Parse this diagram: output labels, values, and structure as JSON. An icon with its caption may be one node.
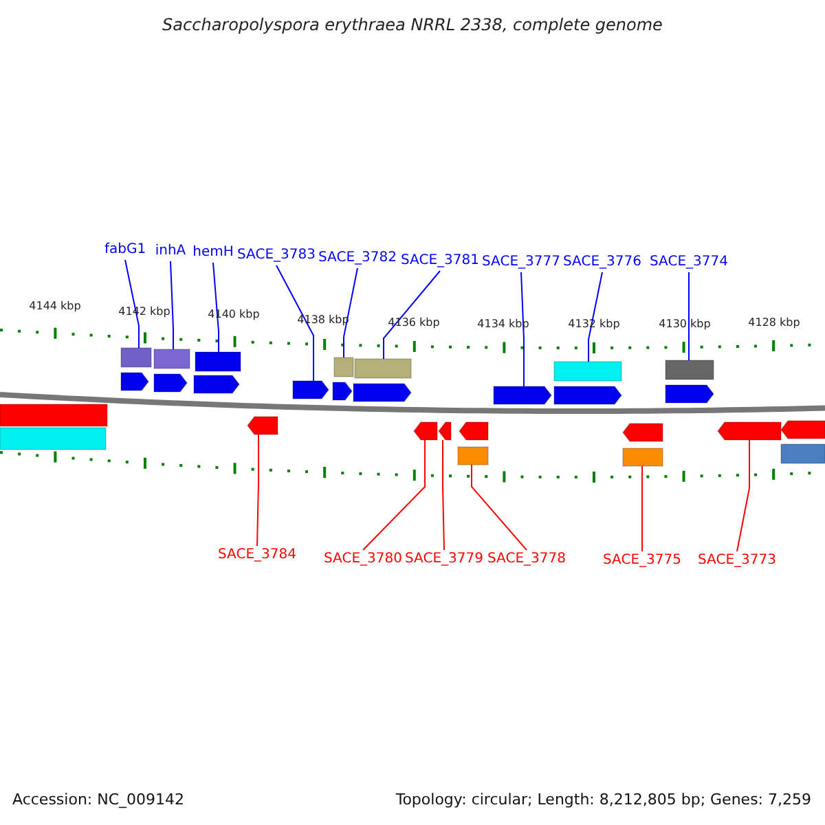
{
  "diagram": {
    "title": "Saccharopolyspora erythraea NRRL 2338, complete genome",
    "nodes": [
      {
        "text": [
          "fabG1"
        ]
      },
      {
        "text": [
          "inhA"
        ]
      },
      {
        "text": [
          "hemH"
        ]
      },
      {
        "text": [
          "SACE_3783"
        ]
      },
      {
        "text": [
          "SACE_3782"
        ]
      },
      {
        "text": [
          "SACE_3781"
        ]
      },
      {
        "text": [
          "SACE_3777"
        ]
      },
      {
        "text": [
          "SACE_3776"
        ]
      },
      {
        "text": [
          "SACE_3774"
        ]
      },
      {
        "text": [
          "SACE_3784"
        ]
      },
      {
        "text": [
          "SACE_3780"
        ]
      },
      {
        "text": [
          "SACE_3779"
        ]
      },
      {
        "text": [
          "SACE_3778"
        ]
      },
      {
        "text": [
          "SACE_3775"
        ]
      },
      {
        "text": [
          "SACE_3773"
        ]
      },
      {
        "text": [],
        "shape": "bar"
      },
      {
        "text": [],
        "shape": "bar"
      },
      {
        "text": [],
        "shape": "bar"
      },
      {
        "text": [],
        "shape": "bar"
      },
      {
        "text": [],
        "shape": "bar"
      },
      {
        "text": [],
        "shape": "bar"
      },
      {
        "text": [],
        "shape": "bar"
      },
      {
        "text": [],
        "shape": "pentagon"
      },
      {
        "text": [],
        "shape": "pentagon"
      },
      {
        "text": [],
        "shape": "pentagon"
      },
      {
        "text": [],
        "shape": "pentagon"
      },
      {
        "text": [],
        "shape": "pentagon"
      },
      {
        "text": [],
        "shape": "pentagon"
      },
      {
        "text": [],
        "shape": "pentagon"
      },
      {
        "text": [],
        "shape": "pentagon"
      },
      {
        "text": [],
        "shape": "pentagon"
      },
      {
        "text": [],
        "shape": "bar"
      },
      {
        "text": [],
        "shape": "bar"
      },
      {
        "text": [],
        "shape": "pentagon"
      },
      {
        "text": [],
        "shape": "pentagon"
      },
      {
        "text": [],
        "shape": "pentagon"
      },
      {
        "text": [],
        "shape": "pentagon"
      },
      {
        "text": [],
        "shape": "pentagon"
      },
      {
        "text": [],
        "shape": "pentagon"
      },
      {
        "text": [],
        "shape": "pentagon"
      },
      {
        "text": [],
        "shape": "bar"
      },
      {
        "text": [],
        "shape": "bar"
      },
      {
        "text": [],
        "shape": "bar"
      }
    ],
    "edges": [
      {
        "from": 0,
        "to": 15,
        "arrow": "none"
      },
      {
        "from": 1,
        "to": 16,
        "arrow": "none"
      },
      {
        "from": 2,
        "to": 17,
        "arrow": "none"
      },
      {
        "from": 3,
        "to": 25,
        "arrow": "none"
      },
      {
        "from": 4,
        "to": 18,
        "arrow": "none"
      },
      {
        "from": 5,
        "to": 19,
        "arrow": "none"
      },
      {
        "from": 6,
        "to": 28,
        "arrow": "none"
      },
      {
        "from": 7,
        "to": 20,
        "arrow": "none"
      },
      {
        "from": 8,
        "to": 21,
        "arrow": "none"
      },
      {
        "from": 9,
        "to": 33,
        "arrow": "none",
        "color": "#ff0000"
      },
      {
        "from": 10,
        "to": 34,
        "arrow": "none",
        "color": "#ff0000"
      },
      {
        "from": 11,
        "to": 35,
        "arrow": "none",
        "color": "#ff0000"
      },
      {
        "from": 12,
        "to": 40,
        "arrow": "none",
        "color": "#ff0000"
      },
      {
        "from": 13,
        "to": 41,
        "arrow": "none",
        "color": "#ff0000"
      },
      {
        "from": 14,
        "to": 38,
        "arrow": "none",
        "color": "#ff0000"
      }
    ],
    "labels": [
      "4144 kbp",
      "4142 kbp",
      "4140 kbp",
      "4138 kbp",
      "4136 kbp",
      "4134 kbp",
      "4132 kbp",
      "4130 kbp",
      "4128 kbp",
      "Accession: NC_009142",
      "Topology: circular; Length: 8,212,805 bp; Genes: 7,259"
    ]
  }
}
